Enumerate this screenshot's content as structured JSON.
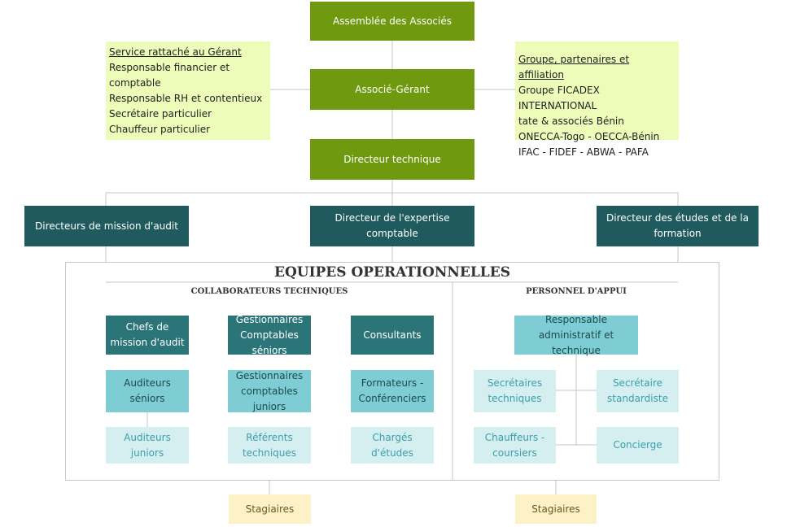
{
  "top": {
    "assembly": "Assemblée des Associés",
    "manager": "Associé-Gérant",
    "tech_director": "Directeur technique"
  },
  "left_note": {
    "head": "Service  rattaché au Gérant",
    "lines": [
      "Responsable financier et",
      "comptable",
      "Responsable RH et contentieux",
      "Secrétaire particulier",
      "Chauffeur particulier"
    ]
  },
  "right_note": {
    "head": "Groupe, partenaires et affiliation",
    "lines": [
      "Groupe FICADEX INTERNATIONAL",
      "tate & associés Bénin",
      "ONECCA-Togo - OECCA-Bénin",
      "IFAC - FIDEF - ABWA - PAFA"
    ]
  },
  "directors": {
    "audit": "Directeurs de mission d'audit",
    "expertise": "Directeur de l'expertise comptable",
    "training": "Directeur des études et de la formation"
  },
  "section": {
    "title": "EQUIPES OPERATIONNELLES",
    "left_sub": "COLLABORATEURS TECHNIQUES",
    "right_sub": "PERSONNEL D'APPUI"
  },
  "teams": {
    "chefs": "Chefs de mission d'audit",
    "gest_seniors": "Gestionnaires Comptables séniors",
    "consultants": "Consultants",
    "aud_seniors": "Auditeurs séniors",
    "gest_juniors": "Gestionnaires comptables juniors",
    "formateurs": "Formateurs - Conférenciers",
    "aud_juniors": "Auditeurs juniors",
    "referents": "Référents techniques",
    "charges": "Chargés d'études"
  },
  "support": {
    "resp": "Responsable administratif et technique",
    "secr_tech": "Secrétaires techniques",
    "secr_std": "Secrétaire standardiste",
    "chauffeurs": "Chauffeurs - coursiers",
    "concierge": "Concierge"
  },
  "interns": {
    "left": "Stagiaires",
    "right": "Stagiaires"
  }
}
